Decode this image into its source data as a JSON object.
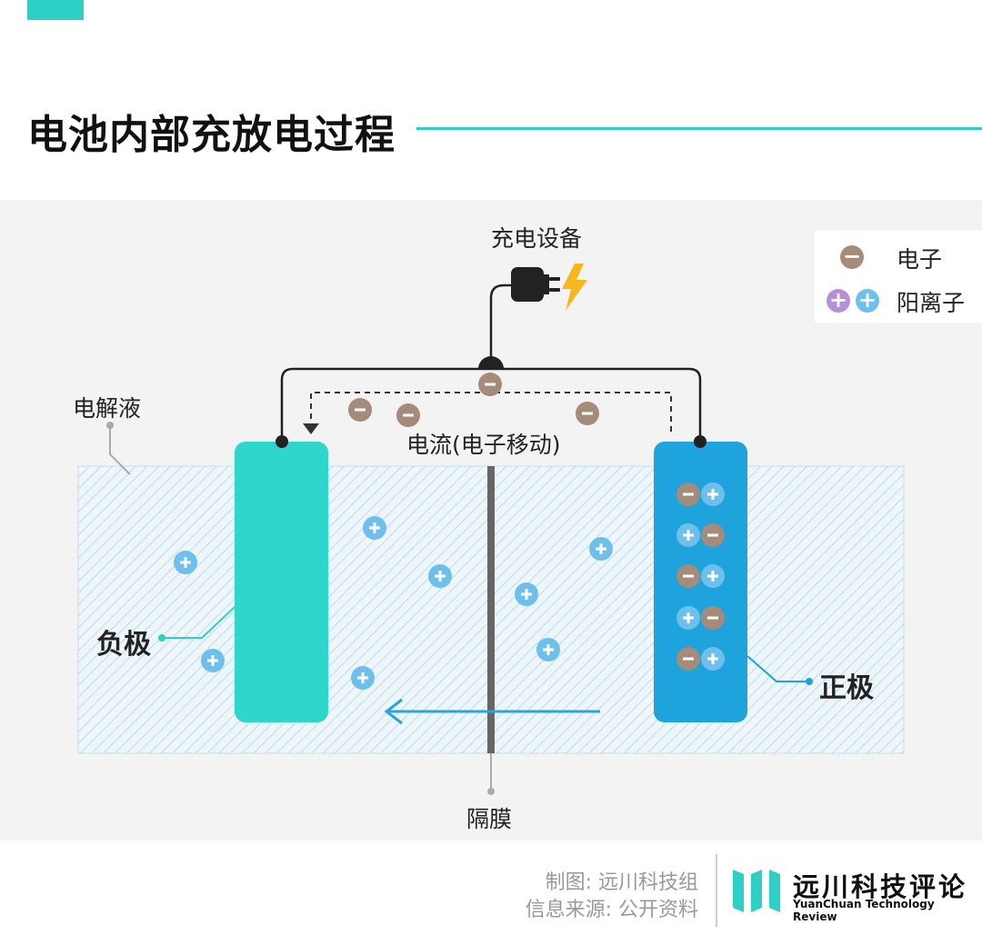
{
  "title": "电池内部充放电过程",
  "labels": {
    "charger": "充电设备",
    "electrolyte": "电解液",
    "current": "电流(电子移动)",
    "negative": "负极",
    "positive": "正极",
    "separator": "隔膜"
  },
  "legend": {
    "electron_label": "电子",
    "cation_label": "阳离子",
    "minus_symbol": "−",
    "plus_symbol": "+"
  },
  "footer": {
    "credit_line1": "制图: 远川科技组",
    "credit_line2": "信息来源: 公开资料",
    "brand_name": "远川科技评论",
    "brand_subtitle": "YuanChuan Technology Review"
  },
  "colors": {
    "teal": "#2ecfc4",
    "negative_electrode": "#2ed6cc",
    "positive_electrode": "#1ea3dc",
    "electron": "#a58b7a",
    "cation_blue": "#6fbfec",
    "cation_purple": "#b78fd6",
    "arrow": "#2ea3dc",
    "bolt": "#f5b71c"
  }
}
